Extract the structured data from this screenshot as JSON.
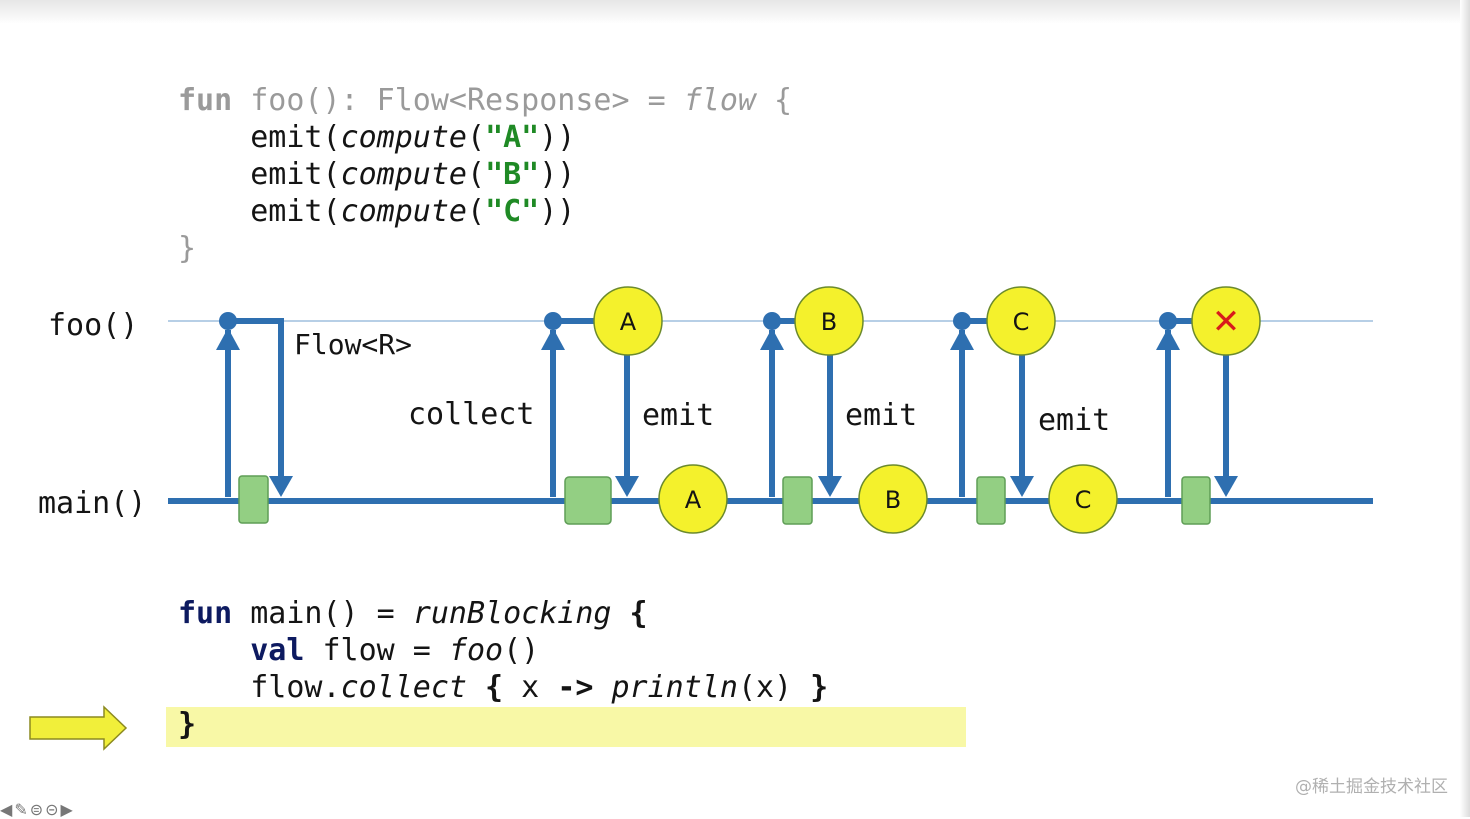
{
  "code_top": {
    "line1": {
      "kw": "fun",
      "name": " foo(): Flow<Response> = ",
      "builder": "flow",
      "brace": " {"
    },
    "emit_lines": [
      {
        "prefix": "    emit(",
        "fn": "compute",
        "open": "(",
        "arg": "\"A\"",
        "close": "))"
      },
      {
        "prefix": "    emit(",
        "fn": "compute",
        "open": "(",
        "arg": "\"B\"",
        "close": "))"
      },
      {
        "prefix": "    emit(",
        "fn": "compute",
        "open": "(",
        "arg": "\"C\"",
        "close": "))"
      }
    ],
    "closing": "}"
  },
  "code_bottom": {
    "line1": {
      "kw": "fun",
      "mid": " main() = ",
      "call": "runBlocking",
      "brace": " {"
    },
    "line2": {
      "indent": "    ",
      "kw": "val",
      "mid": " flow = ",
      "call": "foo",
      "tail": "()"
    },
    "line3": {
      "indent": "    flow.",
      "call": "collect",
      "b1": " {",
      "mid": " x ",
      "arrow": "->",
      "sp": " ",
      "call2": "println",
      "tail": "(x)",
      "b2": " }"
    },
    "closing": "}"
  },
  "diagram": {
    "lanes": {
      "foo": "foo()",
      "main": "main()"
    },
    "labels": {
      "flow_type": "Flow<R>",
      "collect": "collect",
      "emit": "emit"
    },
    "values": [
      "A",
      "B",
      "C"
    ],
    "error_symbol": "✕",
    "colors": {
      "line": "#2e6fb0",
      "thin_line": "#b7cfe6",
      "node": "#f4f12c",
      "box": "#93cf83",
      "error": "#d81b1b"
    }
  },
  "current_line_arrow": "arrow-right-icon",
  "watermark": "@稀土掘金技术社区"
}
